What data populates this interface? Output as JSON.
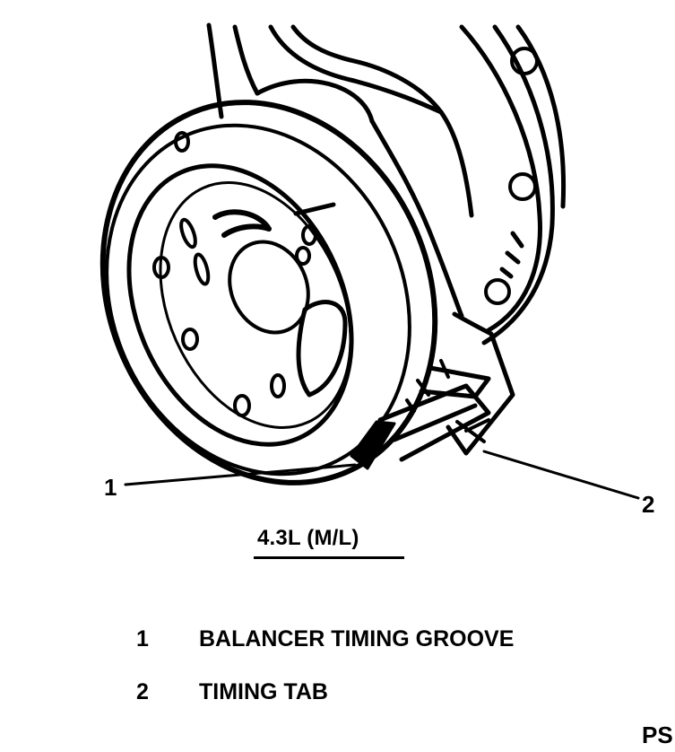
{
  "diagram": {
    "callouts": [
      {
        "id": "1",
        "label": "1"
      },
      {
        "id": "2",
        "label": "2"
      }
    ],
    "engine_label": "4.3L (M/L)",
    "legend": [
      {
        "number": "1",
        "text": "BALANCER TIMING GROOVE"
      },
      {
        "number": "2",
        "text": "TIMING TAB"
      }
    ],
    "code_fragment": "PS",
    "colors": {
      "ink": "#000000",
      "paper": "#ffffff"
    }
  }
}
